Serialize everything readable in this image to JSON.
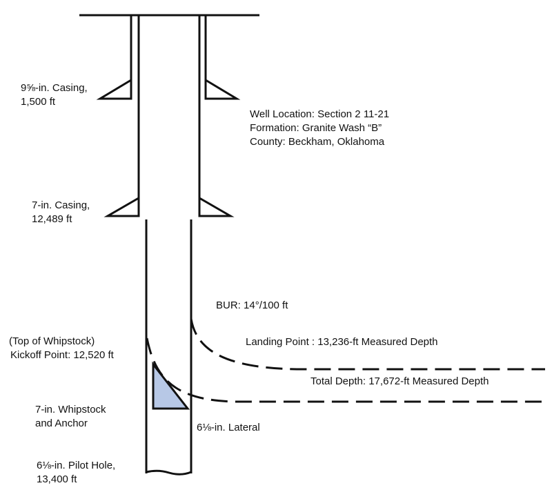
{
  "labels": {
    "casing_9": {
      "line1": "9⅝-in. Casing,",
      "line2": "1,500 ft"
    },
    "well_info": {
      "location": "Well Location: Section 2 11-21",
      "formation": "Formation: Granite Wash “B”",
      "county": "County: Beckham, Oklahoma"
    },
    "casing_7": {
      "line1": "7-in. Casing,",
      "line2": "12,489 ft"
    },
    "bur": "BUR: 14°/100 ft",
    "kickoff": {
      "line1": "(Top of Whipstock)",
      "line2": "Kickoff Point: 12,520 ft"
    },
    "landing_point": "Landing Point : 13,236-ft Measured Depth",
    "total_depth": "Total Depth: 17,672-ft Measured Depth",
    "whipstock": {
      "line1": "7-in. Whipstock",
      "line2": "and Anchor"
    },
    "lateral": "6⅛-in. Lateral",
    "pilot_hole": {
      "line1": "6⅛-in. Pilot Hole,",
      "line2": "13,400 ft"
    }
  },
  "colors": {
    "line": "#111111",
    "whipstock_fill": "#b7c8e6"
  }
}
